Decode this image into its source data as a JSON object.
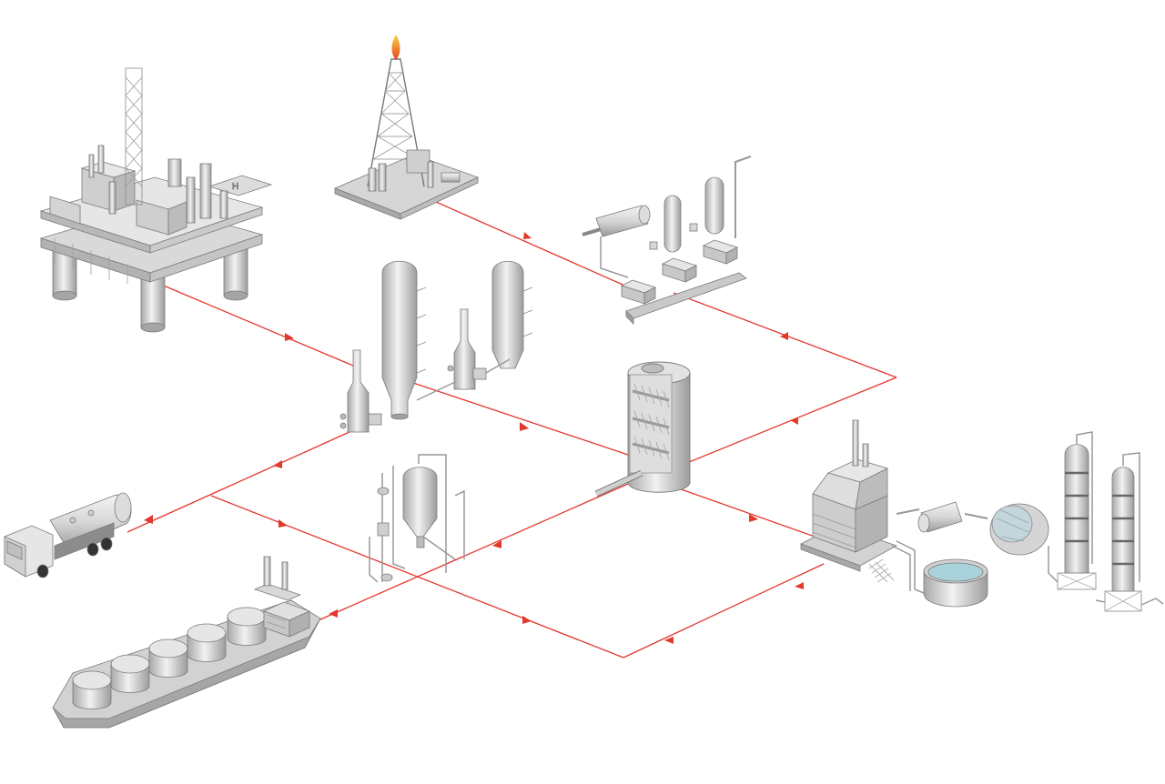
{
  "diagram": {
    "kind": "oil and gas process flow schematic",
    "colors": {
      "background": "#ffffff",
      "flow_line": "#e3382b",
      "equipment_light": "#eeeeee",
      "equipment_mid": "#cfcfcf",
      "equipment_dark": "#9a9a9a",
      "outline": "#6e6e6e",
      "flame": "#f07a20",
      "water": "#a9d3dc"
    },
    "nodes": [
      {
        "id": "offshore-platform",
        "icon": "offshore-platform-icon"
      },
      {
        "id": "drilling-rig",
        "icon": "drilling-rig-flare-icon"
      },
      {
        "id": "separator-unit",
        "icon": "separator-vessels-icon"
      },
      {
        "id": "distillation-columns",
        "icon": "column-cluster-icon"
      },
      {
        "id": "reactor-tower",
        "icon": "reactor-tower-icon"
      },
      {
        "id": "refinery-complex",
        "icon": "refinery-complex-icon"
      },
      {
        "id": "tanker-truck",
        "icon": "tanker-truck-icon"
      },
      {
        "id": "filter-unit",
        "icon": "filter-vessel-icon"
      },
      {
        "id": "tanker-ship",
        "icon": "tanker-ship-icon"
      }
    ],
    "flows": [
      {
        "id": "rig-to-separator"
      },
      {
        "id": "separator-to-junction"
      },
      {
        "id": "junction-to-reactor"
      },
      {
        "id": "platform-to-columns"
      },
      {
        "id": "columns-to-reactor"
      },
      {
        "id": "columns-to-truck"
      },
      {
        "id": "junction-to-bottom"
      },
      {
        "id": "reactor-to-refinery"
      },
      {
        "id": "refinery-to-bottom"
      },
      {
        "id": "bottom-to-ship"
      }
    ]
  }
}
